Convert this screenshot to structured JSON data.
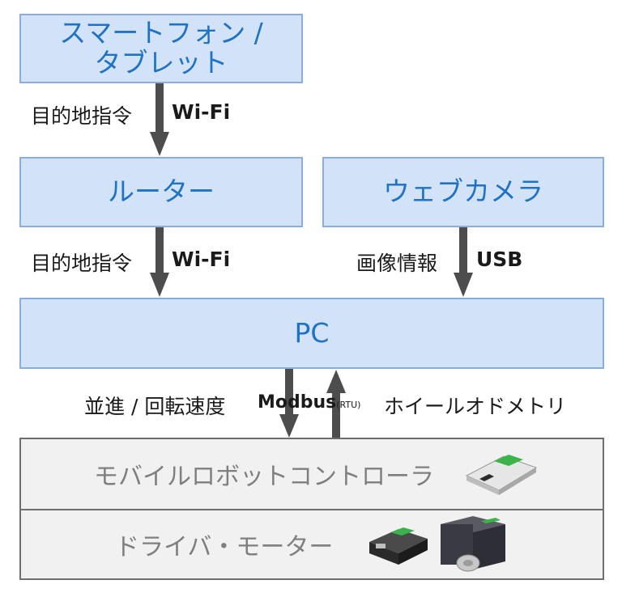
{
  "boxes": {
    "smartphone_line1": "スマートフォン /",
    "smartphone_line2": "タブレット",
    "router": "ルーター",
    "webcam": "ウェブカメラ",
    "pc": "PC",
    "controller": "モバイルロボットコントローラ",
    "driver": "ドライバ・モーター"
  },
  "links": {
    "phone_router_left": "目的地指令",
    "phone_router_right": "Wi-Fi",
    "router_pc_left": "目的地指令",
    "router_pc_right": "Wi-Fi",
    "camera_pc_left": "画像情報",
    "camera_pc_right": "USB",
    "pc_ctrl_left": "並進 / 回転速度",
    "pc_ctrl_protocol": "Modbus",
    "pc_ctrl_protocol_sub": "(RTU)",
    "pc_ctrl_right": "ホイールオドメトリ"
  },
  "colors": {
    "box_fill": "#d3e3f7",
    "box_border": "#8aaedb",
    "box_text": "#1f72c4",
    "device_fill": "#f1f1f1",
    "device_text": "#7f7f7f",
    "arrow": "#4d4d4d"
  }
}
